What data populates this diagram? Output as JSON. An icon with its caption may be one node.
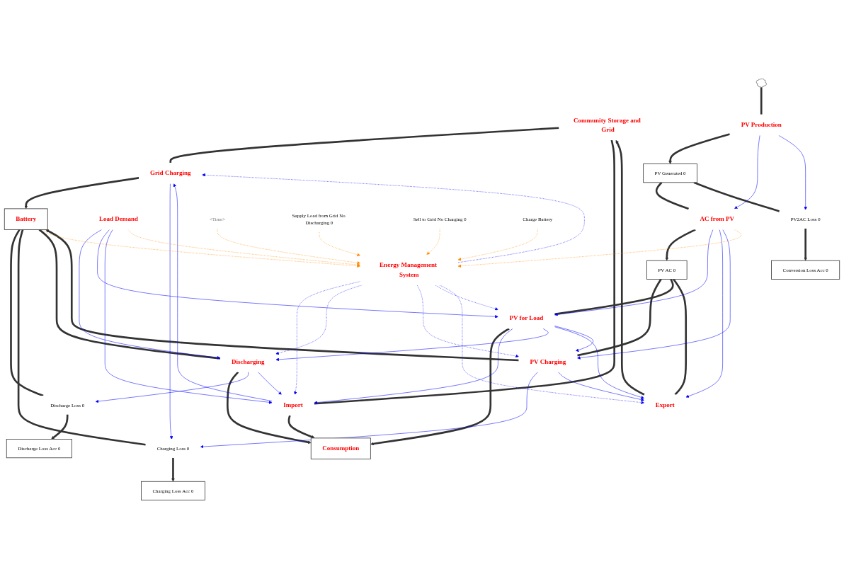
{
  "diagram": {
    "nodes": [
      {
        "text": [
          "Community Storage and Grid"
        ]
      },
      {
        "text": [
          "Grid Charging"
        ]
      },
      {
        "text": [
          "Import"
        ]
      },
      {
        "text": [
          "Discharge Loss Acc 0"
        ]
      },
      {
        "text": [
          "Discharge Loss 0"
        ]
      },
      {
        "text": [
          "Charging Loss Acc 0"
        ]
      },
      {
        "text": [
          "Charging Loss 0"
        ]
      },
      {
        "text": [
          "Battery"
        ]
      },
      {
        "text": [
          "Consumption"
        ]
      },
      {
        "text": [
          "Discharging"
        ]
      },
      {
        "text": [
          "Load Demand"
        ]
      },
      {
        "text": [
          "PV Charging"
        ]
      },
      {
        "text": [
          "PV for Load"
        ]
      },
      {
        "text": [
          "PV AC 0"
        ]
      },
      {
        "text": [
          "Export"
        ]
      },
      {
        "text": [
          "Energy Management System"
        ]
      },
      {
        "text": [
          "AC from PV"
        ]
      },
      {
        "text": [
          "PV Generated 0"
        ]
      },
      {
        "text": [
          "PV2AC Loss 0"
        ]
      },
      {
        "text": [
          "Conversion Loss Acc 0"
        ]
      },
      {
        "text": [
          "PV Production"
        ]
      },
      {
        "text": [
          "<Time>"
        ]
      },
      {
        "text": [
          "Supply Load from Grid No Discharging 0"
        ]
      },
      {
        "text": [
          "Sell to Grid No Charging 0"
        ]
      },
      {
        "text": [
          "Charge Battery"
        ]
      },
      {
        "text": [],
        "shape": "cloud"
      }
    ],
    "edges": [
      {
        "from": 0,
        "to": 1,
        "arrow": "none",
        "style": "thick",
        "color": "#333333"
      },
      {
        "from": 1,
        "to": 7,
        "arrow": "to",
        "style": "thick",
        "color": "#333333"
      },
      {
        "from": 0,
        "to": 2,
        "arrow": "none",
        "style": "thick",
        "color": "#333333"
      },
      {
        "from": 2,
        "to": 8,
        "arrow": "to",
        "style": "thick",
        "color": "#333333"
      },
      {
        "from": 7,
        "to": 4,
        "arrow": "none",
        "style": "thick",
        "color": "#333333"
      },
      {
        "from": 4,
        "to": 3,
        "arrow": "to",
        "style": "thick",
        "color": "#333333"
      },
      {
        "from": 7,
        "to": 6,
        "arrow": "none",
        "style": "thick",
        "color": "#333333"
      },
      {
        "from": 6,
        "to": 5,
        "arrow": "to",
        "style": "thick",
        "color": "#333333"
      },
      {
        "from": 7,
        "to": 9,
        "arrow": "none",
        "style": "thick",
        "color": "#333333"
      },
      {
        "from": 9,
        "to": 8,
        "arrow": "to",
        "style": "thick",
        "color": "#333333"
      },
      {
        "from": 13,
        "to": 11,
        "arrow": "none",
        "style": "thick",
        "color": "#333333"
      },
      {
        "from": 11,
        "to": 7,
        "arrow": "to",
        "style": "thick",
        "color": "#333333"
      },
      {
        "from": 13,
        "to": 12,
        "arrow": "none",
        "style": "thick",
        "color": "#333333"
      },
      {
        "from": 12,
        "to": 8,
        "arrow": "to",
        "style": "thick",
        "color": "#333333"
      },
      {
        "from": 13,
        "to": 14,
        "arrow": "none",
        "style": "thick",
        "color": "#333333"
      },
      {
        "from": 14,
        "to": 0,
        "arrow": "to",
        "style": "thick",
        "color": "#333333"
      },
      {
        "from": 17,
        "to": 16,
        "arrow": "none",
        "style": "thick",
        "color": "#333333"
      },
      {
        "from": 16,
        "to": 13,
        "arrow": "to",
        "style": "thick",
        "color": "#333333"
      },
      {
        "from": 17,
        "to": 18,
        "arrow": "none",
        "style": "thick",
        "color": "#333333"
      },
      {
        "from": 18,
        "to": 19,
        "arrow": "to",
        "style": "thick",
        "color": "#333333"
      },
      {
        "from": 25,
        "to": 20,
        "arrow": "none",
        "style": "thick",
        "color": "#333333"
      },
      {
        "from": 20,
        "to": 17,
        "arrow": "to",
        "style": "thick",
        "color": "#333333"
      },
      {
        "from": 1,
        "to": 6,
        "arrow": "to"
      },
      {
        "from": 2,
        "to": 1,
        "arrow": "to"
      },
      {
        "from": 9,
        "to": 4,
        "arrow": "to"
      },
      {
        "from": 9,
        "to": 2,
        "arrow": "to"
      },
      {
        "from": 10,
        "to": 9,
        "arrow": "to"
      },
      {
        "from": 10,
        "to": 12,
        "arrow": "to"
      },
      {
        "from": 10,
        "to": 2,
        "arrow": "to"
      },
      {
        "from": 12,
        "to": 2,
        "arrow": "to"
      },
      {
        "from": 12,
        "to": 9,
        "arrow": "to"
      },
      {
        "from": 12,
        "to": 14,
        "arrow": "to"
      },
      {
        "from": 12,
        "to": 11,
        "arrow": "to"
      },
      {
        "from": 11,
        "to": 6,
        "arrow": "to"
      },
      {
        "from": 11,
        "to": 14,
        "arrow": "to"
      },
      {
        "from": 16,
        "to": 12,
        "arrow": "to"
      },
      {
        "from": 16,
        "to": 14,
        "arrow": "to"
      },
      {
        "from": 16,
        "to": 11,
        "arrow": "to"
      },
      {
        "from": 20,
        "to": 16,
        "arrow": "to"
      },
      {
        "from": 20,
        "to": 18,
        "arrow": "to"
      },
      {
        "from": 15,
        "to": 1,
        "arrow": "to",
        "style": "dashed"
      },
      {
        "from": 15,
        "to": 2,
        "arrow": "to",
        "style": "dashed"
      },
      {
        "from": 15,
        "to": 9,
        "arrow": "to",
        "style": "dashed"
      },
      {
        "from": 15,
        "to": 11,
        "arrow": "to",
        "style": "dashed"
      },
      {
        "from": 15,
        "to": 12,
        "arrow": "to",
        "style": "dashed"
      },
      {
        "from": 15,
        "to": 14,
        "arrow": "to",
        "style": "dashed"
      },
      {
        "from": 7,
        "to": 15,
        "arrow": "to",
        "style": "dashed",
        "color": "#ff8c00"
      },
      {
        "from": 10,
        "to": 15,
        "arrow": "to",
        "style": "dashed",
        "color": "#ff8c00"
      },
      {
        "from": 16,
        "to": 15,
        "arrow": "to",
        "style": "dashed",
        "color": "#ff8c00"
      },
      {
        "from": 21,
        "to": 15,
        "arrow": "to",
        "style": "dashed",
        "color": "#ff8c00"
      },
      {
        "from": 22,
        "to": 15,
        "arrow": "to",
        "style": "dashed",
        "color": "#ff8c00"
      },
      {
        "from": 23,
        "to": 15,
        "arrow": "to",
        "style": "dashed",
        "color": "#ff8c00"
      },
      {
        "from": 24,
        "to": 15,
        "arrow": "to",
        "style": "dashed",
        "color": "#ff8c00"
      }
    ]
  }
}
